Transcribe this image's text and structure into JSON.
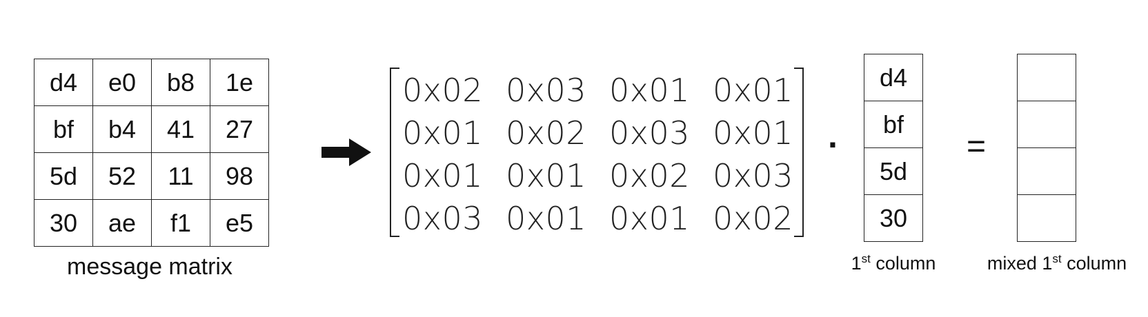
{
  "message_matrix": {
    "rows": [
      [
        "d4",
        "e0",
        "b8",
        "1e"
      ],
      [
        "bf",
        "b4",
        "41",
        "27"
      ],
      [
        "5d",
        "52",
        "11",
        "98"
      ],
      [
        "30",
        "ae",
        "f1",
        "e5"
      ]
    ],
    "caption": "message matrix"
  },
  "arrow_icon": "right-arrow-icon",
  "mix_matrix": {
    "rows": [
      [
        "0x02",
        "0x03",
        "0x01",
        "0x01"
      ],
      [
        "0x01",
        "0x02",
        "0x03",
        "0x01"
      ],
      [
        "0x01",
        "0x01",
        "0x02",
        "0x03"
      ],
      [
        "0x03",
        "0x01",
        "0x01",
        "0x02"
      ]
    ]
  },
  "operators": {
    "dot": "·",
    "equals": "="
  },
  "input_column": {
    "values": [
      "d4",
      "bf",
      "5d",
      "30"
    ],
    "caption_prefix": "1",
    "caption_sup": "st",
    "caption_suffix": " column"
  },
  "output_column": {
    "values": [
      "",
      "",
      "",
      ""
    ],
    "caption_prefix": "mixed 1",
    "caption_sup": "st",
    "caption_suffix": " column"
  }
}
